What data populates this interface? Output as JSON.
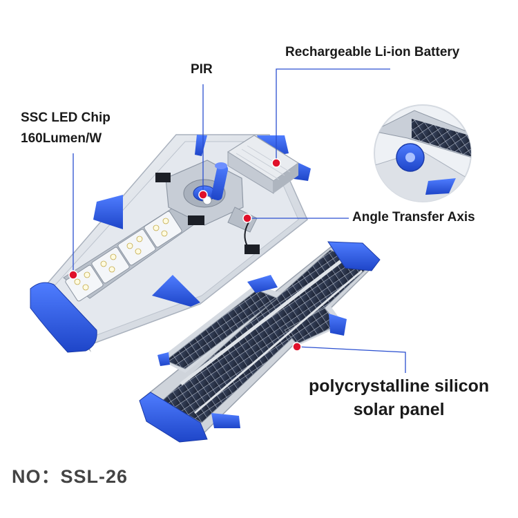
{
  "labels": {
    "battery": "Rechargeable Li-ion Battery",
    "pir": "PIR",
    "led_line1": "SSC LED Chip",
    "led_line2": "160Lumen/W",
    "axis": "Angle Transfer Axis",
    "solar_line1": "polycrystalline silicon",
    "solar_line2": "solar panel",
    "model": "NO：SSL-26"
  },
  "colors": {
    "accent_blue": "#2a5be0",
    "marker_red": "#e0102a",
    "leader_blue": "#2a4fd0",
    "body_gray": "#d6dbe2"
  }
}
